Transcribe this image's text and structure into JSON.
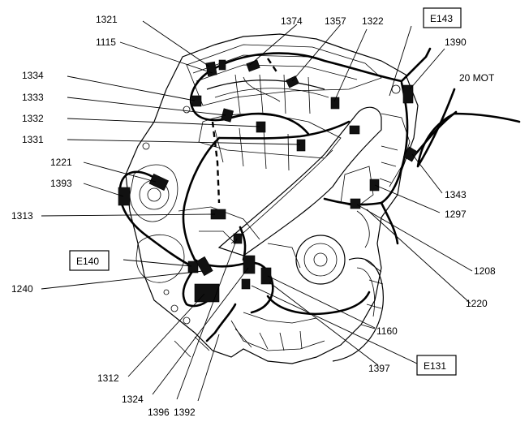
{
  "labels": {
    "l1321": "1321",
    "l1115": "1115",
    "l1374": "1374",
    "l1357": "1357",
    "l1322": "1322",
    "l1390": "1390",
    "l20mot": "20 MOT",
    "l1334": "1334",
    "l1333": "1333",
    "l1332": "1332",
    "l1331": "1331",
    "l1221": "1221",
    "l1393": "1393",
    "l1313": "1313",
    "l1240": "1240",
    "l1343": "1343",
    "l1297": "1297",
    "l1208": "1208",
    "l1220": "1220",
    "l1160": "1160",
    "l1397": "1397",
    "l1312": "1312",
    "l1324": "1324",
    "l1396": "1396",
    "l1392": "1392"
  },
  "boxed_labels": {
    "e143": "E143",
    "e140": "E140",
    "e131": "E131"
  }
}
